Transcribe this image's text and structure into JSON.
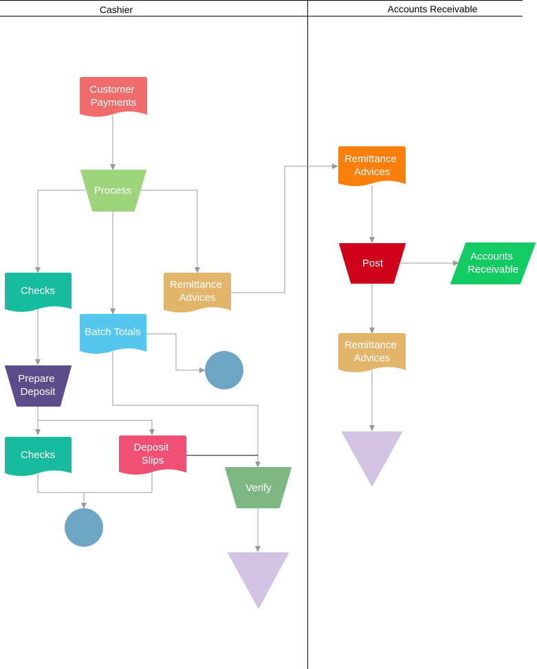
{
  "lanes": {
    "cashier": "Cashier",
    "accounts_receivable": "Accounts Receivable"
  },
  "nodes": {
    "customer_payments": "Customer Payments",
    "process": "Process",
    "checks_1": "Checks",
    "remittance_advices_1": "Remittance Advices",
    "batch_totals": "Batch Totals",
    "prepare_deposit": "Prepare Deposit",
    "checks_2": "Checks",
    "deposit_slips": "Deposit Slips",
    "verify": "Verify",
    "remittance_advices_2": "Remittance Advices",
    "post": "Post",
    "accounts_receivable": "Accounts Receivable",
    "remittance_advices_3": "Remittance Advices"
  },
  "colors": {
    "customer_payments": "#f06b6b",
    "process": "#9dd47b",
    "checks": "#16bc9d",
    "remittance_light": "#e3b56a",
    "batch_totals": "#55c6ee",
    "prepare_deposit": "#5a4d8c",
    "deposit_slips": "#ee4f72",
    "verify": "#7db784",
    "remittance_orange": "#fc7f0c",
    "post": "#d1031b",
    "accounts_receivable": "#12cb62",
    "connector": "#6ca6c4",
    "merge": "#d3c4e3",
    "edge": "#999999"
  }
}
